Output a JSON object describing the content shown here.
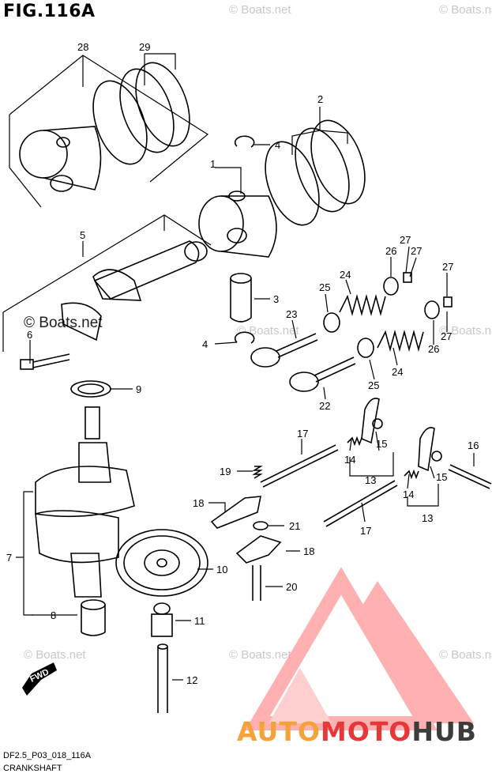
{
  "figure": {
    "title": "FIG.116A",
    "code": "DF2.5_P03_018_116A",
    "section": "CRANKSHAFT"
  },
  "watermark": {
    "text": "© Boats.net"
  },
  "brand": {
    "part1": "AUTO",
    "part2": "MOTO",
    "part3": "HUB",
    "colors": {
      "auto": "#f6a23a",
      "moto": "#e8373a",
      "hub": "#3c3c3c"
    }
  },
  "fwd_label": "FWD",
  "callouts": [
    "28",
    "29",
    "2",
    "4",
    "1",
    "5",
    "3",
    "26",
    "27",
    "27",
    "24",
    "25",
    "27",
    "23",
    "4",
    "26",
    "27",
    "24",
    "25",
    "22",
    "6",
    "9",
    "17",
    "15",
    "14",
    "13",
    "16",
    "19",
    "18",
    "21",
    "15",
    "14",
    "13",
    "17",
    "18",
    "7",
    "10",
    "20",
    "8",
    "11",
    "12"
  ]
}
